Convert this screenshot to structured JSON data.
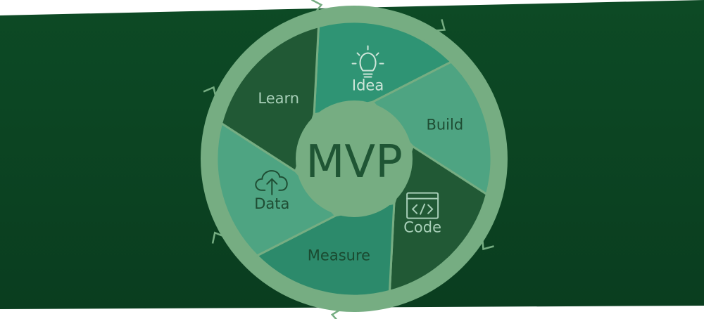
{
  "diagram": {
    "center_label": "MVP",
    "segments": [
      {
        "key": "idea",
        "label": "Idea",
        "icon": "lightbulb-icon",
        "color": "#2f9474",
        "text_color": "#cfe6da"
      },
      {
        "key": "build",
        "label": "Build",
        "icon": "",
        "color": "#4ea482",
        "text_color": "#1e4d33"
      },
      {
        "key": "code",
        "label": "Code",
        "icon": "code-window-icon",
        "color": "#215935",
        "text_color": "#a8cfb8"
      },
      {
        "key": "measure",
        "label": "Measure",
        "icon": "",
        "color": "#2c8a6b",
        "text_color": "#1a4a30"
      },
      {
        "key": "data",
        "label": "Data",
        "icon": "cloud-upload-icon",
        "color": "#4ea482",
        "text_color": "#1e4d33"
      },
      {
        "key": "learn",
        "label": "Learn",
        "icon": "",
        "color": "#215935",
        "text_color": "#a8cfb8"
      }
    ],
    "colors": {
      "banner_top": "#0d4a25",
      "banner_bottom": "#0a3d1f",
      "ring": "#76ad82",
      "hub": "#76ad82",
      "hub_text": "#1f5534",
      "arrow": "#76ad82"
    }
  }
}
